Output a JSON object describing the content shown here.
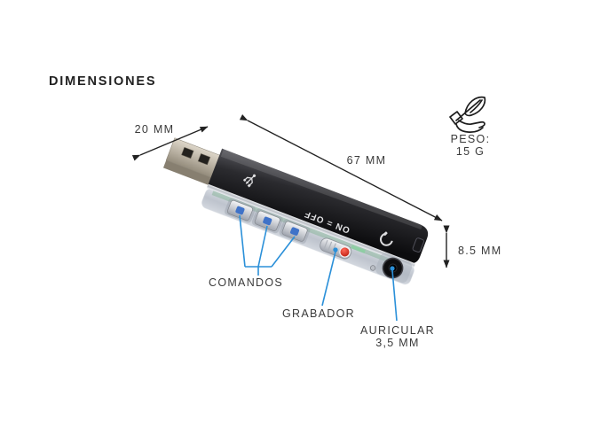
{
  "title": "DIMENSIONES",
  "weight": {
    "label": "PESO:",
    "value": "15 G",
    "icon": "feather-in-hand-icon"
  },
  "dimensions": {
    "usb_length": {
      "label": "20 MM"
    },
    "body_length": {
      "label": "67 MM"
    },
    "height": {
      "label": "8.5 MM"
    }
  },
  "callouts": {
    "comandos": {
      "label": "COMANDOS"
    },
    "grabador": {
      "label": "GRABADOR"
    },
    "auricular": {
      "label": "AURICULAR",
      "sublabel": "3,5 MM"
    }
  },
  "device": {
    "name": "usb-voice-recorder",
    "markings": {
      "power_label": "ON = OFF"
    },
    "icons": {
      "top_usb": "usb-trident-icon",
      "top_headset": "headset-icon"
    }
  },
  "colors": {
    "accent": "#2b90d9",
    "ink": "#222222",
    "background": "#ffffff"
  }
}
